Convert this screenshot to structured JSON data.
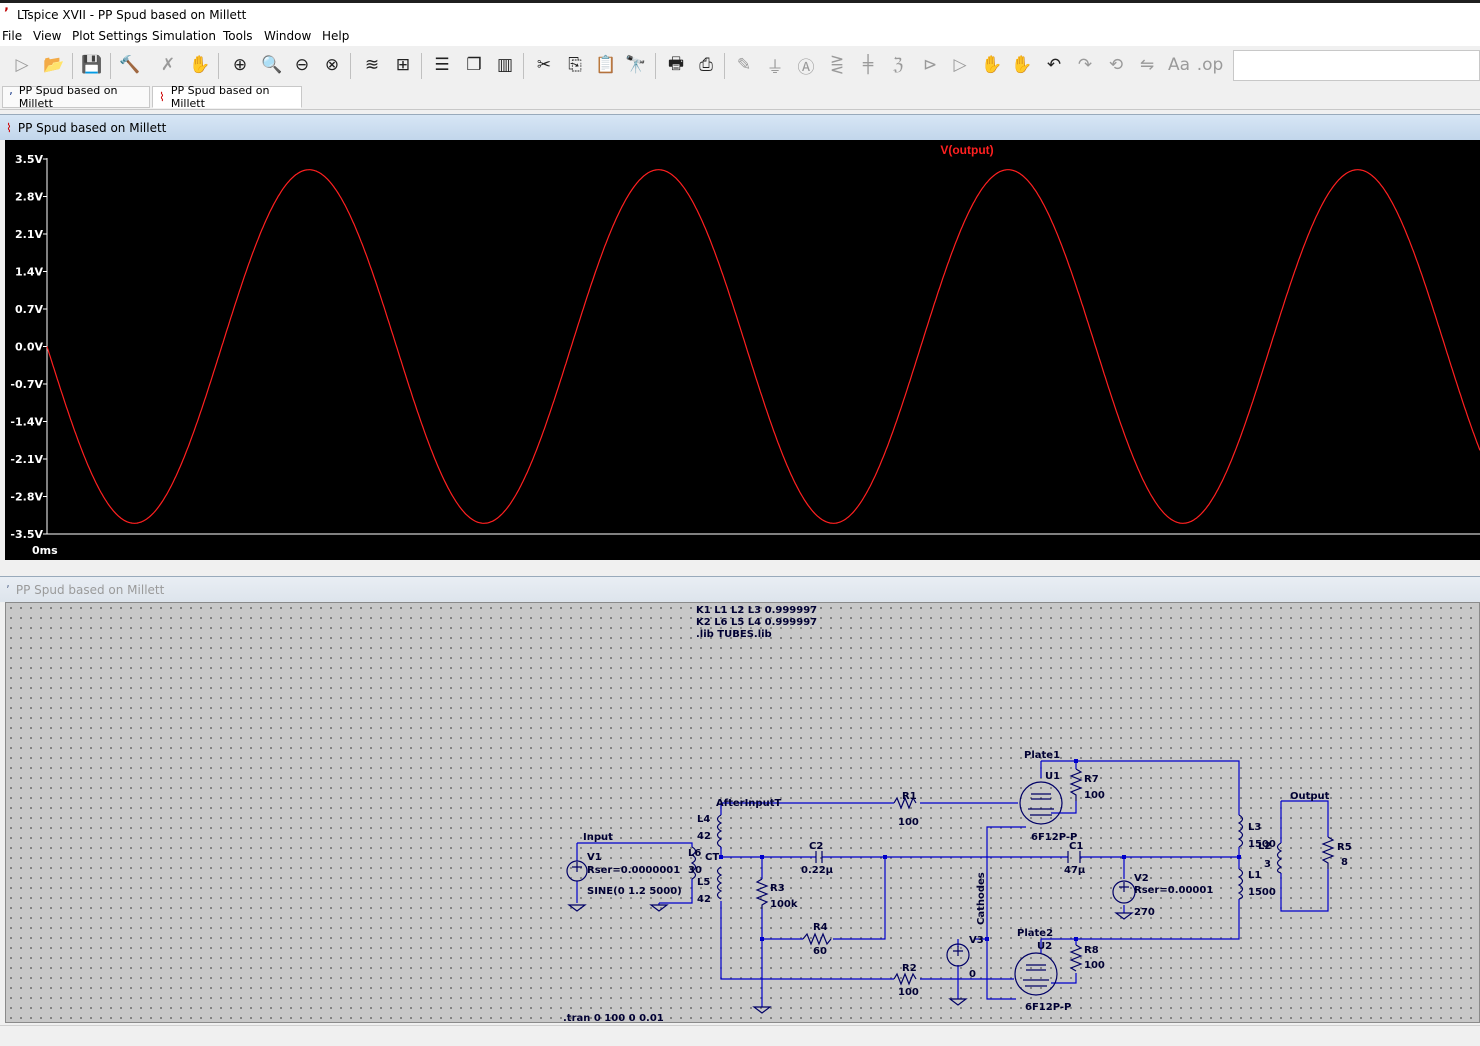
{
  "window": {
    "title": "LTspice XVII - PP Spud based on Millett"
  },
  "menu": [
    {
      "label": "File"
    },
    {
      "label": "View"
    },
    {
      "label": "Plot Settings"
    },
    {
      "label": "Simulation"
    },
    {
      "label": "Tools"
    },
    {
      "label": "Window"
    },
    {
      "label": "Help"
    }
  ],
  "tabs": [
    {
      "label": "PP Spud based on Millett"
    },
    {
      "label": "PP Spud based on Millett"
    }
  ],
  "waveform_panel": {
    "title": "PP Spud based on Millett"
  },
  "schematic_panel": {
    "title": "PP Spud based on Millett"
  },
  "toolbar_icons": [
    "run-icon",
    "open-icon",
    "save-icon",
    "control-panel-icon",
    "halt-icon",
    "pan-icon",
    "zoom-in-icon",
    "zoom-area-icon",
    "zoom-out-icon",
    "zoom-cancel-icon",
    "autorange-icon",
    "grid-icon",
    "tile-horizontal-icon",
    "cascade-icon",
    "tile-vertical-icon",
    "cut-icon",
    "copy-icon",
    "paste-icon",
    "find-icon",
    "print-icon",
    "print-setup-icon",
    "wire-icon",
    "ground-icon",
    "label-net-icon",
    "resistor-icon",
    "capacitor-icon",
    "inductor-icon",
    "diode-icon",
    "component-icon",
    "move-icon",
    "drag-icon",
    "undo-icon",
    "redo-icon",
    "rotate-icon",
    "mirror-icon",
    "text-icon",
    "spice-directive-icon"
  ],
  "colors": {
    "trace": "#ff2020",
    "plot_bg": "#000000",
    "wire": "#0000cc",
    "schematic_bg": "#c8c8c8"
  },
  "chart_data": {
    "type": "line",
    "title": "V(output)",
    "series": [
      {
        "name": "V(output)",
        "shape": "sine",
        "amplitude": 3.3,
        "offset": 0,
        "cycles_visible": 4.1,
        "start_phase": "0, decreasing"
      }
    ],
    "yticks": [
      "3.5V",
      "2.8V",
      "2.1V",
      "1.4V",
      "0.7V",
      "0.0V",
      "-0.7V",
      "-1.4V",
      "-2.1V",
      "-2.8V",
      "-3.5V"
    ],
    "ylim": [
      -3.5,
      3.5
    ],
    "xticks": [
      "0ms"
    ],
    "grid": false
  },
  "schematic": {
    "directives": [
      "K1 L1 L2 L3 0.999997",
      "K2 L6 L5 L4 0.999997",
      ".lib TUBES.lib"
    ],
    "tran": ".tran 0 100 0 0.01",
    "labels": {
      "input": "Input",
      "afterinput": "AfterInputT",
      "ct": "CT",
      "plate1": "Plate1",
      "plate2": "Plate2",
      "output": "Output",
      "cathodes": "Cathodes"
    },
    "components": {
      "v1_name": "V1",
      "v1_rser": "Rser=0.0000001",
      "v1_wave": "SINE(0 1.2 5000)",
      "l6_name": "L6",
      "l6_val": "30",
      "l4_name": "L4",
      "l4_val": "42",
      "l5_name": "L5",
      "l5_val": "42",
      "r1_name": "R1",
      "r1_val": "100",
      "r2_name": "R2",
      "r2_val": "100",
      "r3_name": "R3",
      "r3_val": "100k",
      "r4_name": "R4",
      "r4_val": "60",
      "c2_name": "C2",
      "c2_val": "0.22µ",
      "c1_name": "C1",
      "c1_val": "47µ",
      "v2_name": "V2",
      "v2_rser": "Rser=0.00001",
      "v2_val": "270",
      "v3_name": "V3",
      "v3_val": "0",
      "u1_name": "U1",
      "u1_model": "6F12P-P",
      "u2_name": "U2",
      "u2_model": "6F12P-P",
      "r7_name": "R7",
      "r7_val": "100",
      "r8_name": "R8",
      "r8_val": "100",
      "l3_name": "L3",
      "l3_val": "1500",
      "l1_name": "L1",
      "l1_val": "1500",
      "l2_name": "L2",
      "l2_val": "3",
      "r5_name": "R5",
      "r5_val": "8"
    }
  }
}
